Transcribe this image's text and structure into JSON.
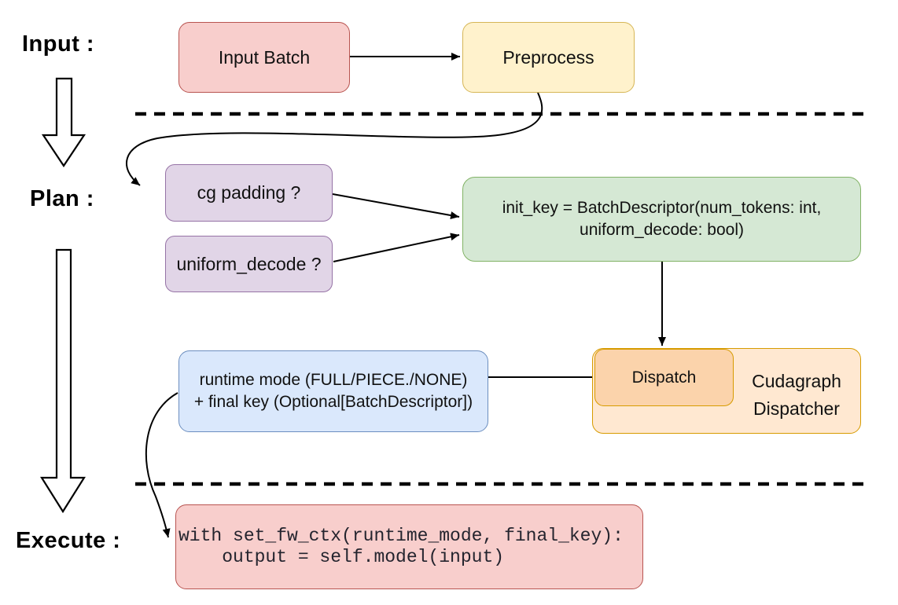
{
  "sections": {
    "input": "Input :",
    "plan": "Plan :",
    "execute": "Execute :"
  },
  "nodes": {
    "input_batch": {
      "label": "Input Batch"
    },
    "preprocess": {
      "label": "Preprocess"
    },
    "cg_padding": {
      "label": "cg padding ?"
    },
    "uniform_decode": {
      "label": "uniform_decode ?"
    },
    "init_key": {
      "line1": "init_key = BatchDescriptor(num_tokens: int,",
      "line2": "uniform_decode: bool)"
    },
    "runtime_key": {
      "line1": "runtime mode (FULL/PIECE./NONE)",
      "line2": "+ final key (Optional[BatchDescriptor])"
    },
    "dispatch": {
      "label": "Dispatch"
    },
    "dispatcher": {
      "line1": "Cudagraph",
      "line2": "Dispatcher"
    },
    "execute_code": {
      "line1": "with set_fw_ctx(runtime_mode, final_key):",
      "line2": "    output = self.model(input)"
    }
  },
  "colors": {
    "red_fill": "#f8cecc",
    "red_stroke": "#b85450",
    "yellow_fill": "#fff2cc",
    "yellow_stroke": "#d6b656",
    "purple_fill": "#e1d5e7",
    "purple_stroke": "#9673a6",
    "green_fill": "#d5e8d4",
    "green_stroke": "#82b366",
    "blue_fill": "#dae8fc",
    "blue_stroke": "#6c8ebf",
    "orange_outer_fill": "#ffe8d1",
    "orange_inner_fill": "#fbd3ab",
    "orange_stroke": "#d79b00",
    "connector": "#000000",
    "background": "#ffffff"
  }
}
